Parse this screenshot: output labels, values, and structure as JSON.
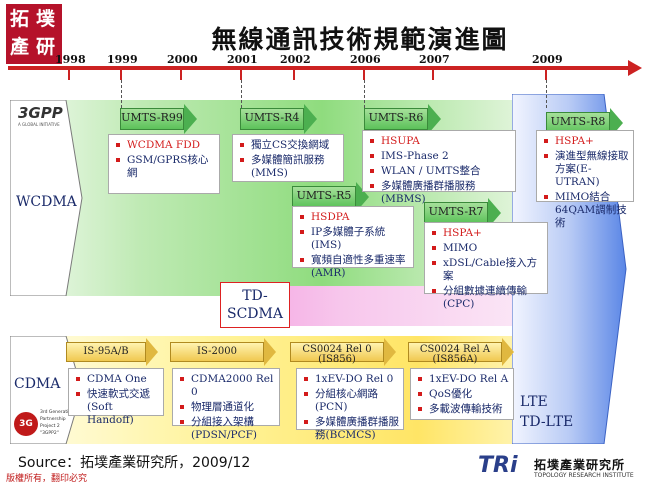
{
  "header": {
    "title": "無線通訊技術規範演進圖",
    "logo_top": "拓",
    "logo_top2": "墣",
    "logo_bottom": "產",
    "logo_bottom2": "研"
  },
  "timeline": {
    "years": [
      "1998",
      "1999",
      "2000",
      "2001",
      "2002",
      "2006",
      "2007",
      "2009"
    ]
  },
  "tracks": {
    "wcdma": {
      "label": "WCDMA",
      "org_logo": "3GPP",
      "org_sub": "A GLOBAL INITIATIVE"
    },
    "tdscdma": {
      "label_line1": "TD-",
      "label_line2": "SCDMA"
    },
    "cdma": {
      "label": "CDMA",
      "org_logo": "3G",
      "org_sub_line1": "3rd Generation",
      "org_sub_line2": "Partnership",
      "org_sub_line3": "Project 2",
      "org_sub_line4": "\"3GPP2\""
    },
    "lte": {
      "label_line1": "LTE",
      "label_line2": "TD-LTE"
    }
  },
  "wcdma_releases": [
    {
      "name": "UMTS-R99",
      "items": [
        "WCDMA FDD",
        "GSM/GPRS核心網"
      ],
      "red": [
        true,
        false
      ]
    },
    {
      "name": "UMTS-R4",
      "items": [
        "獨立CS交換網域",
        "多媒體簡訊服務(MMS)"
      ],
      "red": [
        false,
        false
      ]
    },
    {
      "name": "UMTS-R5",
      "items": [
        "HSDPA",
        "IP多媒體子系統(IMS)",
        "寬頻自適性多重速率(AMR)"
      ],
      "red": [
        true,
        false,
        false
      ]
    },
    {
      "name": "UMTS-R6",
      "items": [
        "HSUPA",
        "IMS-Phase 2",
        "WLAN / UMTS整合",
        "多媒體廣播群播服務(MBMS)"
      ],
      "red": [
        true,
        false,
        false,
        false
      ]
    },
    {
      "name": "UMTS-R7",
      "items": [
        "HSPA+",
        "MIMO",
        "xDSL/Cable接入方案",
        "分組數據連續傳輸(CPC)"
      ],
      "red": [
        true,
        false,
        false,
        false
      ]
    },
    {
      "name": "UMTS-R8",
      "items": [
        "HSPA+",
        "演進型無線接取方案(E-UTRAN)",
        "MIMO結合64QAM調制技術"
      ],
      "red": [
        true,
        false,
        false
      ]
    }
  ],
  "cdma_releases": [
    {
      "name": "IS-95A/B",
      "items": [
        "CDMA One",
        "快速軟式交遞(Soft Handoff)"
      ]
    },
    {
      "name": "IS-2000",
      "items": [
        "CDMA2000 Rel 0",
        "物理層通道化",
        "分組接入架構(PDSN/PCF)"
      ]
    },
    {
      "name_line1": "CS0024 Rel 0",
      "name_line2": "(IS856)",
      "items": [
        "1xEV-DO Rel 0",
        "分組核心網路(PCN)",
        "多媒體廣播群播服務(BCMCS)"
      ]
    },
    {
      "name_line1": "CS0024 Rel A",
      "name_line2": "(IS856A)",
      "items": [
        "1xEV-DO Rel A",
        "QoS優化",
        "多載波傳輸技術"
      ]
    }
  ],
  "footer": {
    "source": "Source：拓墣產業研究所，2009/12",
    "copyright": "版權所有，翻印必究",
    "tri_logo": "TRi",
    "tri_name": "拓墣產業研究所",
    "tri_sub": "TOPOLOGY RESEARCH INSTITUTE"
  },
  "colors": {
    "timeline": "#cc2222",
    "wcdma_band": "#7ddc6a",
    "tdscdma_band": "#f06ad0",
    "cdma_band": "#ffe066",
    "lte_band": "#4a7ee0",
    "bullet": "#d31b1b"
  }
}
